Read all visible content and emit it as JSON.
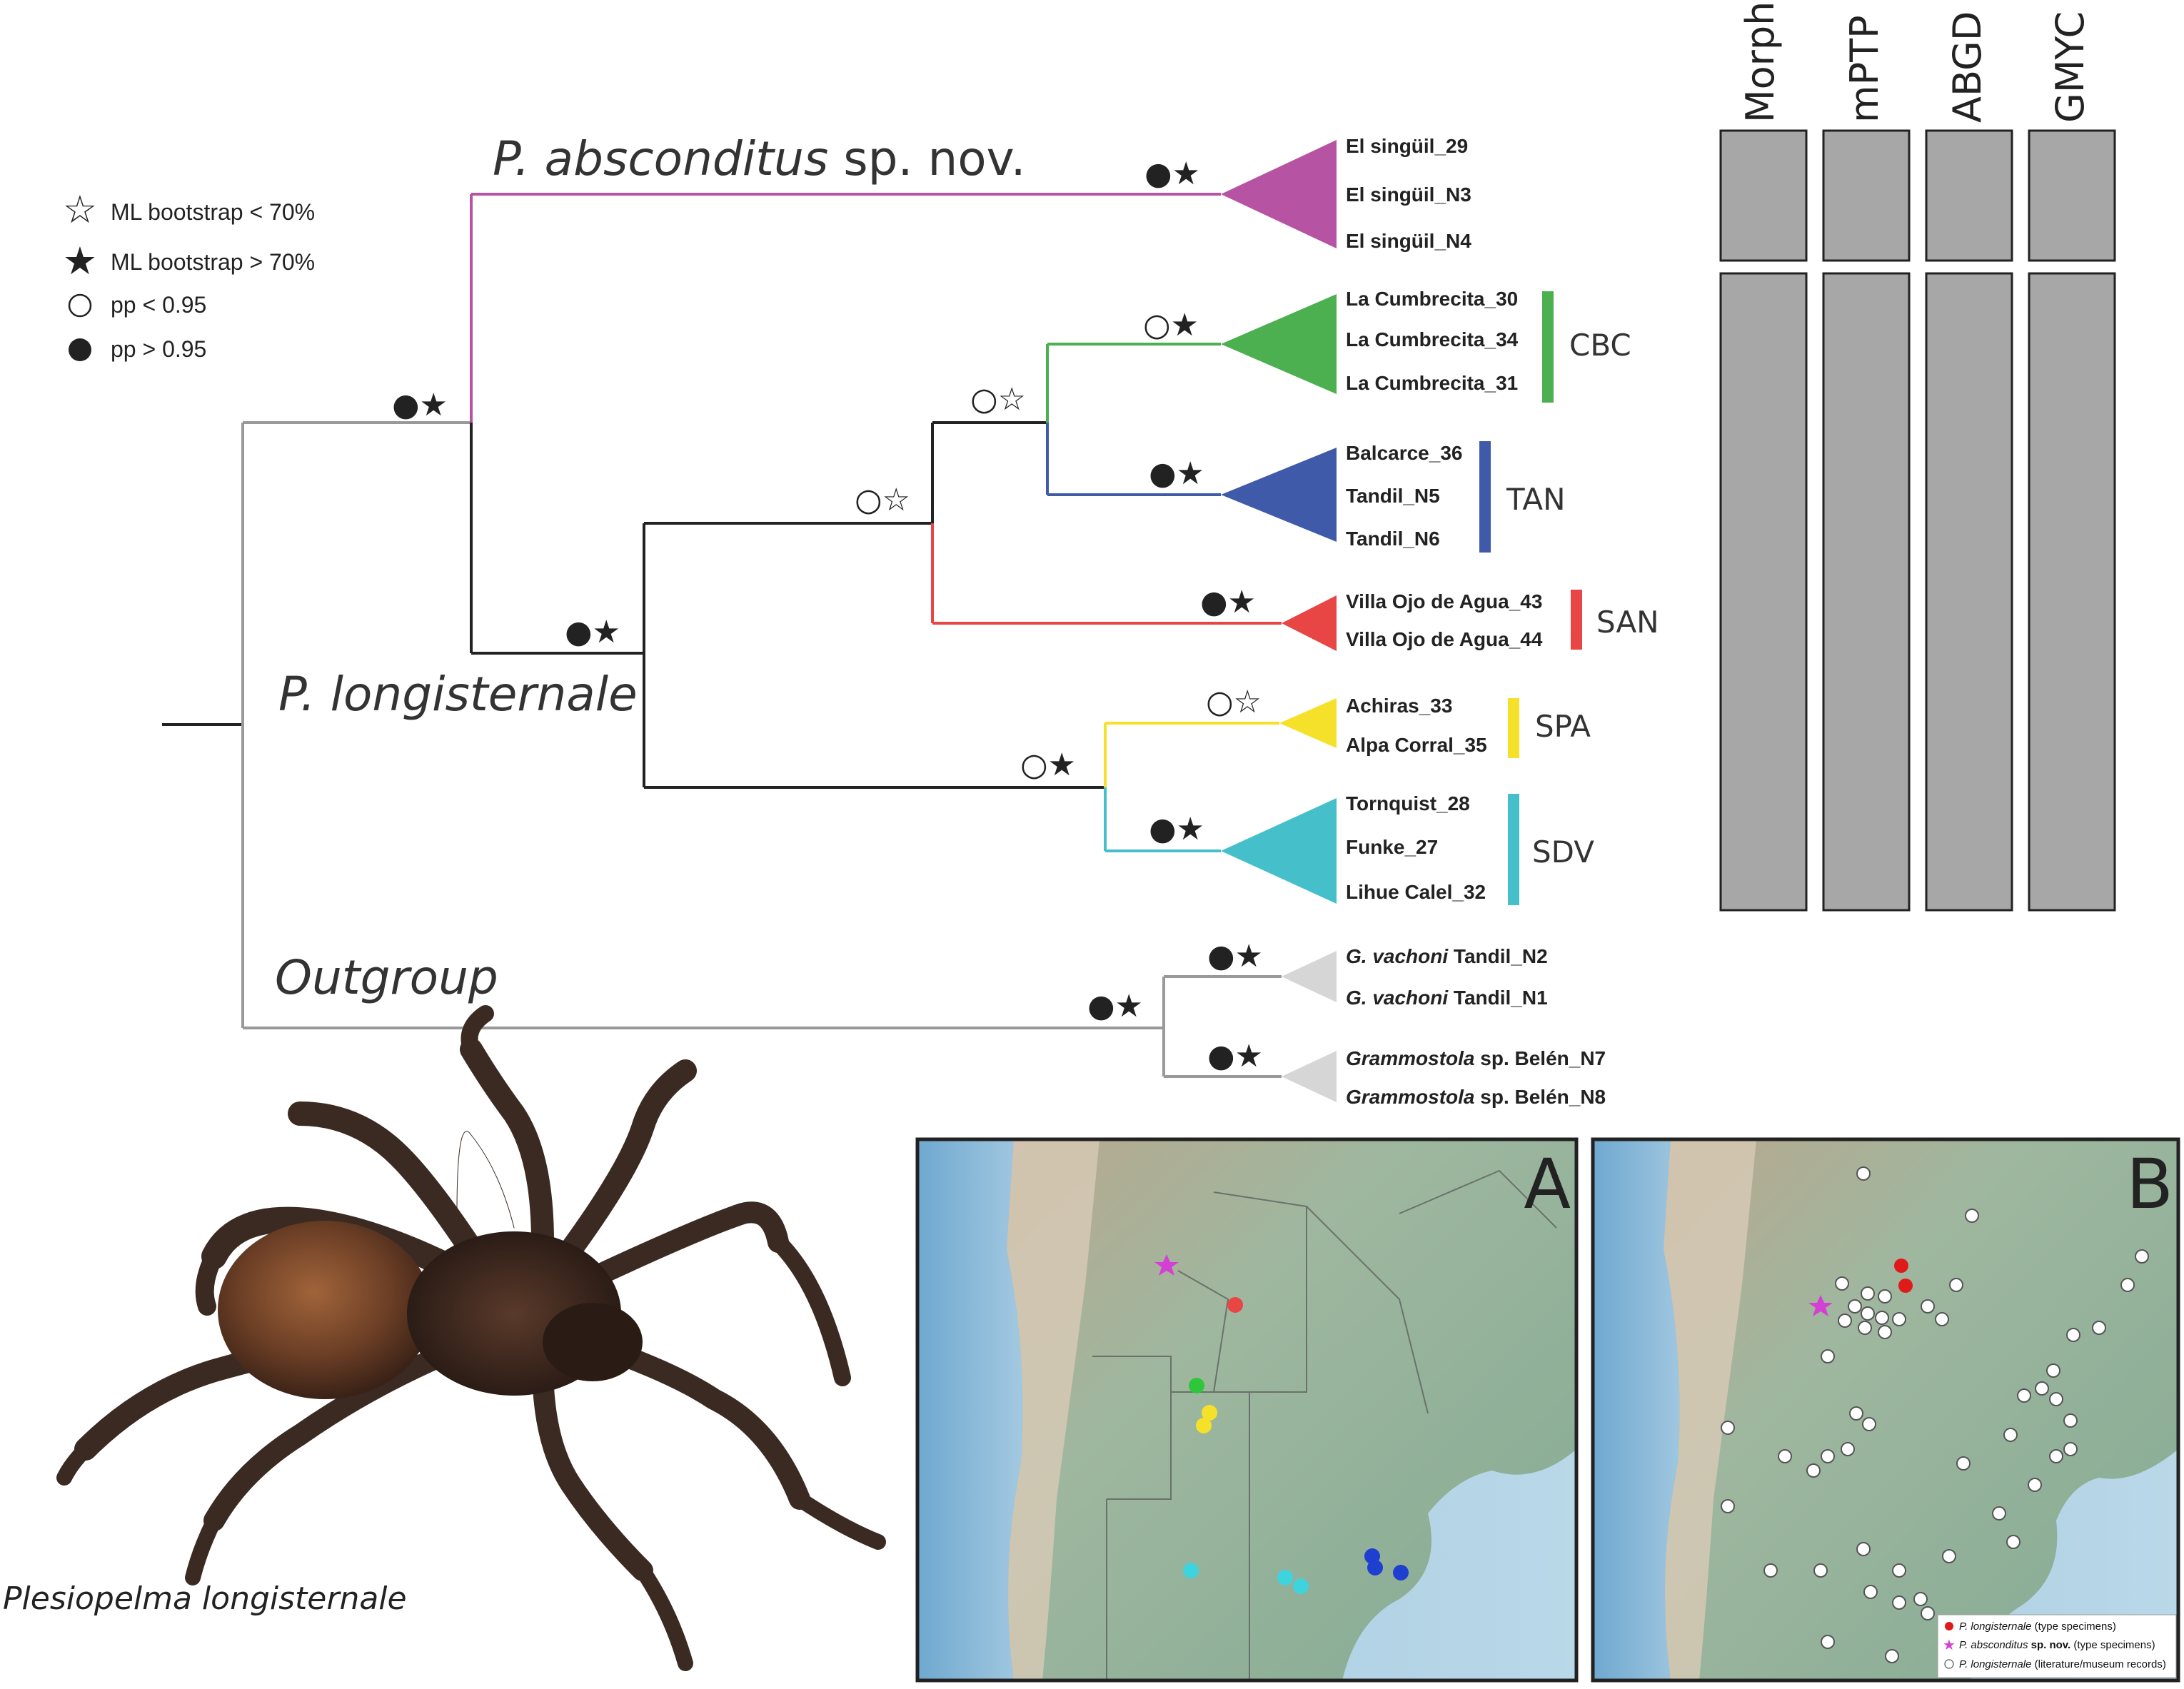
{
  "legend": [
    {
      "symbol": "open-star",
      "label": "ML bootstrap < 70%"
    },
    {
      "symbol": "filled-star",
      "label": "ML bootstrap > 70%"
    },
    {
      "symbol": "open-circle",
      "label": "pp < 0.95"
    },
    {
      "symbol": "filled-circle",
      "label": "pp > 0.95"
    }
  ],
  "clades": {
    "absconditus": {
      "name_italic": "P. absconditus",
      "name_plain": " sp. nov.",
      "color": "#b653a3"
    },
    "longisternale": {
      "name": "P. longisternale"
    },
    "outgroup": {
      "name": "Outgroup"
    }
  },
  "groups": [
    {
      "id": "absc",
      "color": "#b653a3",
      "abbr": "",
      "tips": [
        "El singüil_29",
        "El singüil_N3",
        "El singüil_N4"
      ]
    },
    {
      "id": "cbc",
      "color": "#4caf50",
      "abbr": "CBC",
      "tips": [
        "La Cumbrecita_30",
        "La Cumbrecita_34",
        "La Cumbrecita_31"
      ]
    },
    {
      "id": "tan",
      "color": "#3f5aa8",
      "abbr": "TAN",
      "tips": [
        "Balcarce_36",
        "Tandil_N5",
        "Tandil_N6"
      ]
    },
    {
      "id": "san",
      "color": "#e84545",
      "abbr": "SAN",
      "tips": [
        "Villa Ojo de Agua_43",
        "Villa Ojo de Agua_44"
      ]
    },
    {
      "id": "spa",
      "color": "#f5e12a",
      "abbr": "SPA",
      "tips": [
        "Achiras_33",
        "Alpa Corral_35"
      ]
    },
    {
      "id": "sdv",
      "color": "#45bfc9",
      "abbr": "SDV",
      "tips": [
        "Tornquist_28",
        "Funke_27",
        "Lihue Calel_32"
      ]
    }
  ],
  "outgroup_tips": [
    {
      "italic": "G. vachoni",
      "plain": " Tandil_N2"
    },
    {
      "italic": "G. vachoni",
      "plain": " Tandil_N1"
    },
    {
      "italic": "Grammostola",
      "plain": " sp. Belén_N7"
    },
    {
      "italic": "Grammostola",
      "plain": " sp. Belén_N8"
    }
  ],
  "support": {
    "absc_tip": "●★",
    "root_ingroup": "●★",
    "longisternale": "●★",
    "north": "○☆",
    "cbc_tan": "○☆",
    "cbc": "○★",
    "tan": "●★",
    "san": "●★",
    "south": "○★",
    "spa": "○☆",
    "sdv": "●★",
    "outgroup_root": "●★",
    "vachoni": "●★",
    "grammostola": "●★"
  },
  "delimitation_columns": [
    "Morph",
    "mPTP",
    "ABGD",
    "GMYC"
  ],
  "maps": {
    "a_label": "A",
    "b_label": "B",
    "b_legend": [
      {
        "symbol": "red-dot",
        "italic": "P. longisternale",
        "bold": "",
        "plain": " (type specimens)"
      },
      {
        "symbol": "magenta-star",
        "italic": "P. absconditus",
        "bold": " sp. nov.",
        "plain": " (type specimens)"
      },
      {
        "symbol": "white-dot",
        "italic": "P. longisternale",
        "bold": "",
        "plain": " (literature/museum records)"
      }
    ],
    "colors": {
      "sea": "#8fbcd8",
      "land": "#8fb39b",
      "mountain": "#c9b8a0",
      "border": "#555555"
    }
  },
  "spider": {
    "caption": "Plesiopelma longisternale"
  }
}
